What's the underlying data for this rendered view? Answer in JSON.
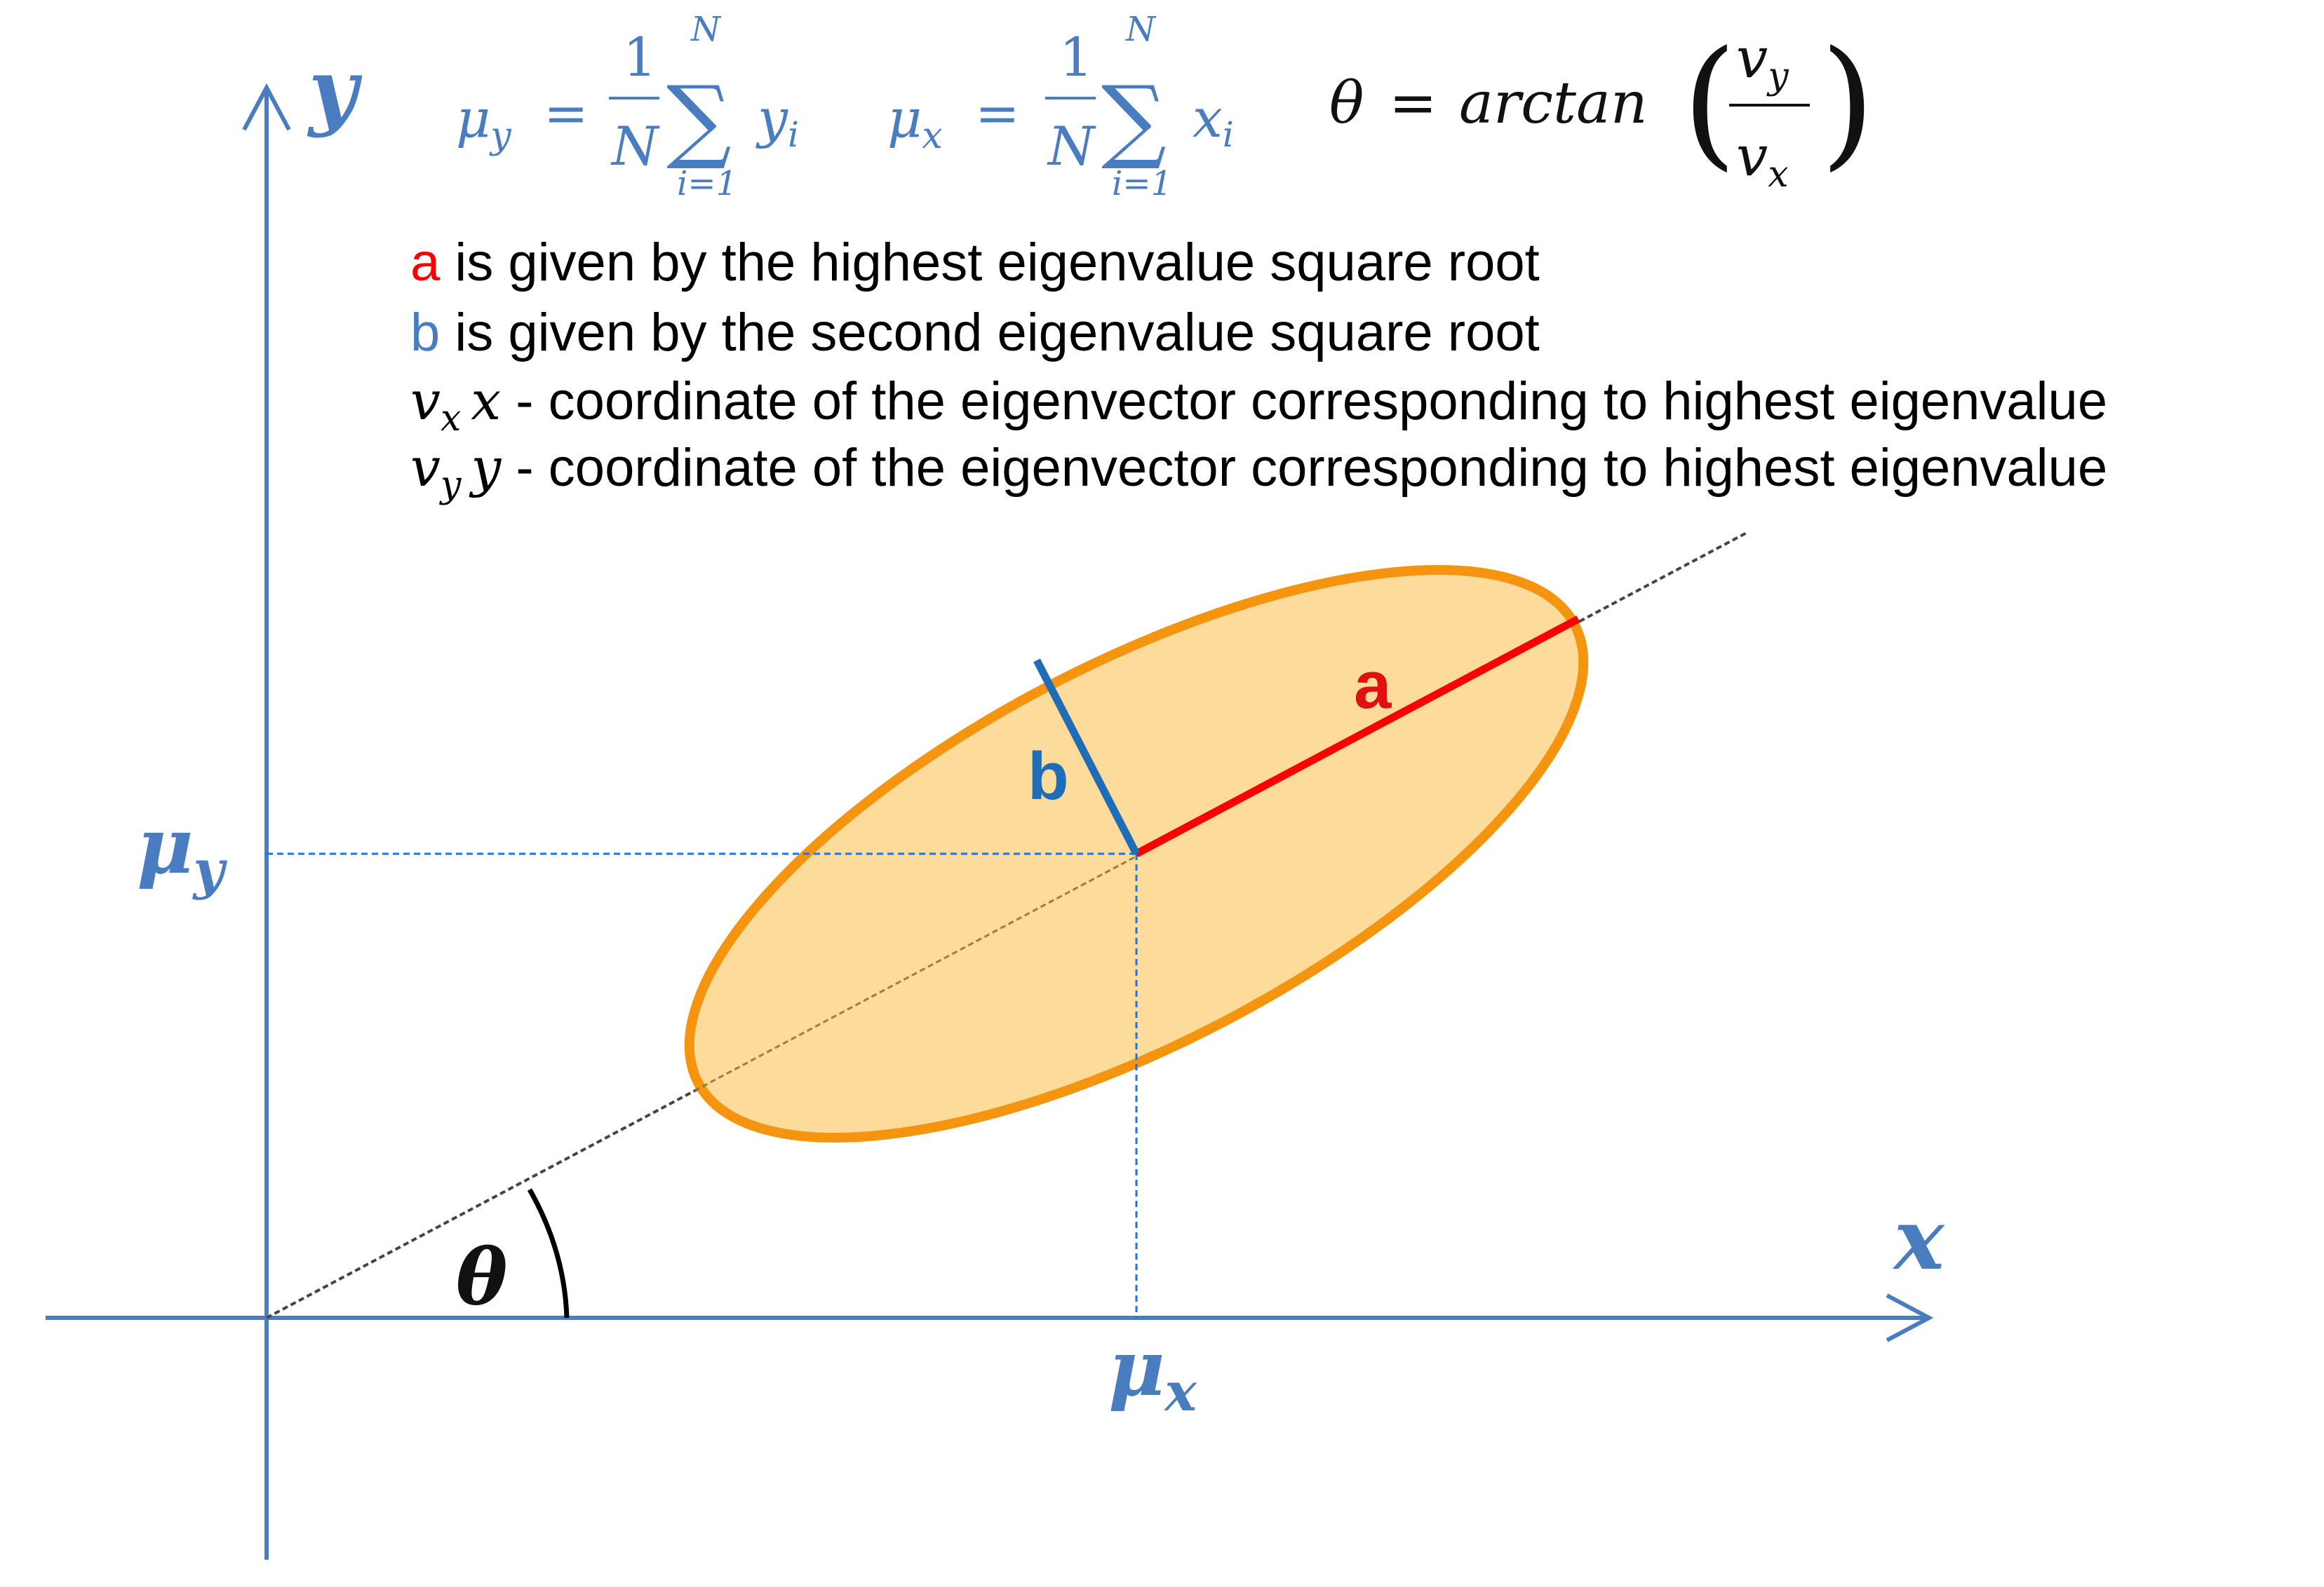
{
  "colors": {
    "axis": "#4a7cc0",
    "ellipse_fill": "#fdd995",
    "ellipse_stroke": "#f5950f",
    "major_axis": "#ff0000",
    "minor_axis": "#1f6db7",
    "guide": "#1a73e8",
    "principal_line": "#555555",
    "text": "#000000"
  },
  "axes": {
    "x_label": "x",
    "y_label": "y",
    "mu_x_label": "μ",
    "mu_x_sub": "x",
    "mu_y_label": "μ",
    "mu_y_sub": "y",
    "theta_label": "θ"
  },
  "equations": {
    "mu_y": {
      "lhs": "μ",
      "lhs_sub": "y",
      "eq": "=",
      "num": "1",
      "den": "N",
      "sum_top": "N",
      "sum_sym": "∑",
      "sum_bottom": "i=1",
      "term": "y",
      "term_sub": "i"
    },
    "mu_x": {
      "lhs": "μ",
      "lhs_sub": "x",
      "eq": "=",
      "num": "1",
      "den": "N",
      "sum_top": "N",
      "sum_sym": "∑",
      "sum_bottom": "i=1",
      "term": "x",
      "term_sub": "i"
    },
    "theta": {
      "lhs": "θ",
      "eq": "=",
      "func": "arctan",
      "num": "v",
      "num_sub": "y",
      "den": "v",
      "den_sub": "x",
      "lparen": "(",
      "rparen": ")"
    }
  },
  "notes": [
    {
      "lead": "a",
      "lead_color": "#ff0000",
      "text": " is given by the highest eigenvalue square root"
    },
    {
      "lead": "b",
      "lead_color": "#4a7cc0",
      "text": " is given by the second eigenvalue square root"
    },
    {
      "sym": "v",
      "sym_sub": "x",
      "sym2": "x",
      "text": " - coordinate of the eigenvector corresponding to highest eigenvalue"
    },
    {
      "sym": "v",
      "sym_sub": "y",
      "sym2": "y",
      "text": " - coordinate of the eigenvector corresponding to highest eigenvalue"
    }
  ],
  "segments": {
    "a_label": "a",
    "b_label": "b"
  }
}
